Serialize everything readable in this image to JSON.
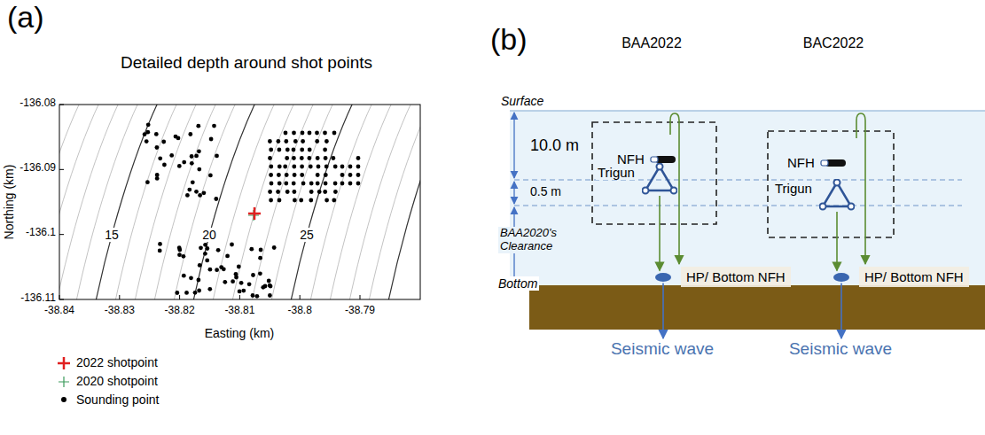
{
  "diagram": {
    "nodes": [
      {
        "text": [
          "NFH"
        ]
      },
      {
        "text": [
          "Trigun"
        ]
      },
      {
        "text": [
          "HP/ Bottom NFH"
        ]
      },
      {
        "text": [
          "Seismic wave"
        ]
      },
      {
        "text": [
          "NFH"
        ]
      },
      {
        "text": [
          "Trigun"
        ]
      },
      {
        "text": [
          "HP/ Bottom NFH"
        ]
      },
      {
        "text": [
          "Seismic wave"
        ]
      }
    ],
    "edges": [
      {
        "from": 1,
        "to": 2,
        "arrow": "to"
      },
      {
        "from": 2,
        "to": 3,
        "arrow": "to"
      },
      {
        "from": 5,
        "to": 6,
        "arrow": "to"
      },
      {
        "from": 6,
        "to": 7,
        "arrow": "to"
      }
    ],
    "labels": [
      "(a)",
      "Detailed depth around shot points",
      "Northing (km)",
      "-136.08",
      "-136.09",
      "-136.1",
      "-136.11",
      "-38.84",
      "-38.83",
      "-38.82",
      "-38.81",
      "-38.8",
      "-38.79",
      "Easting (km)",
      "15",
      "20",
      "25",
      "(b)",
      "BAA2022",
      "BAC2022",
      "Surface",
      "10.0 m",
      "0.5 m",
      "BAA2020's Clearance",
      "Bottom"
    ],
    "legend": [
      {
        "text": "2022 shotpoint"
      },
      {
        "text": "2020 shotpoint"
      },
      {
        "text": "Sounding point"
      }
    ]
  }
}
